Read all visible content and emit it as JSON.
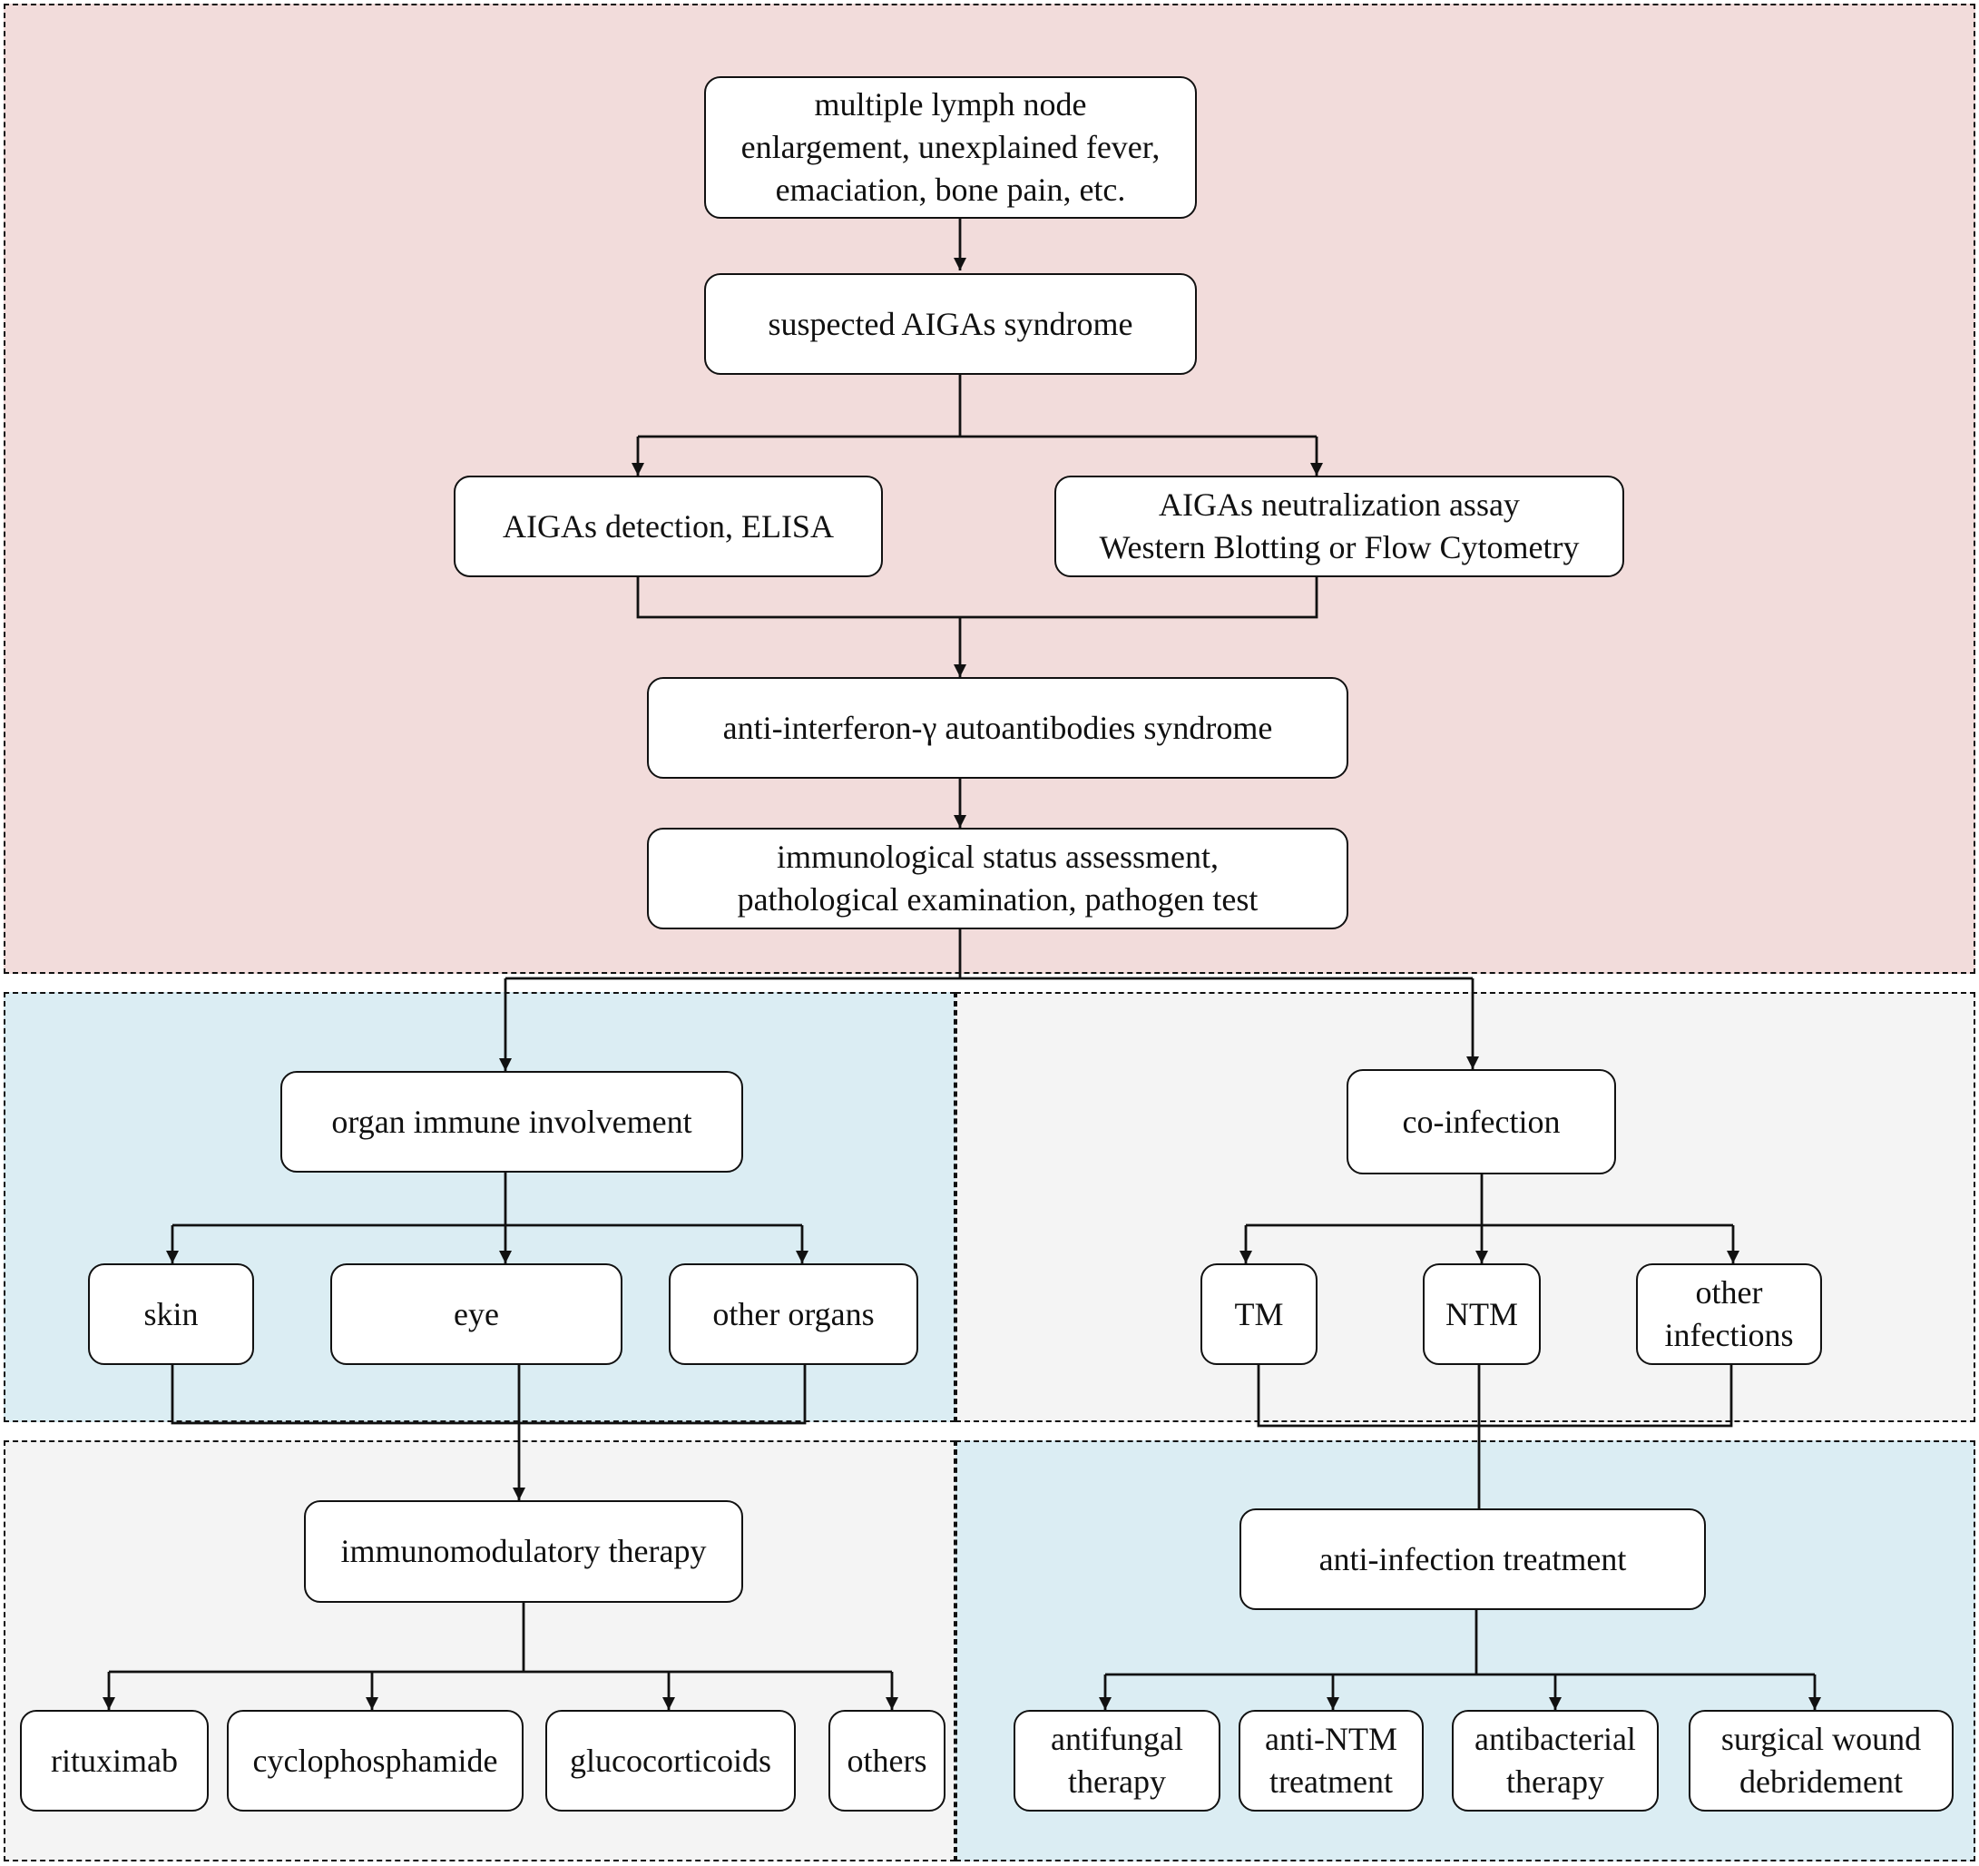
{
  "nodes": {
    "symptoms": "multiple lymph node\nenlargement, unexplained fever,\nemaciation, bone pain, etc.",
    "suspected": "suspected AIGAs syndrome",
    "elisa": "AIGAs detection, ELISA",
    "neutralization": "AIGAs neutralization assay\nWestern Blotting or Flow Cytometry",
    "syndrome": "anti-interferon-γ autoantibodies syndrome",
    "assessment": "immunological status assessment,\npathological examination, pathogen test",
    "organ_involvement": "organ immune involvement",
    "skin": "skin",
    "eye": "eye",
    "other_organs": "other organs",
    "co_infection": "co-infection",
    "tm": "TM",
    "ntm": "NTM",
    "other_infections": "other\ninfections",
    "immunomodulatory": "immunomodulatory therapy",
    "rituximab": "rituximab",
    "cyclophosphamide": "cyclophosphamide",
    "glucocorticoids": "glucocorticoids",
    "others": "others",
    "anti_infection": "anti-infection treatment",
    "antifungal": "antifungal\ntherapy",
    "anti_ntm": "anti-NTM\ntreatment",
    "antibacterial": "antibacterial\ntherapy",
    "surgical": "surgical wound\ndebridement"
  },
  "colors": {
    "diagnosis_region": "#f2dcdb",
    "blue_region": "#dbedf3",
    "grey_region": "#f4f4f4",
    "line": "#111111"
  }
}
